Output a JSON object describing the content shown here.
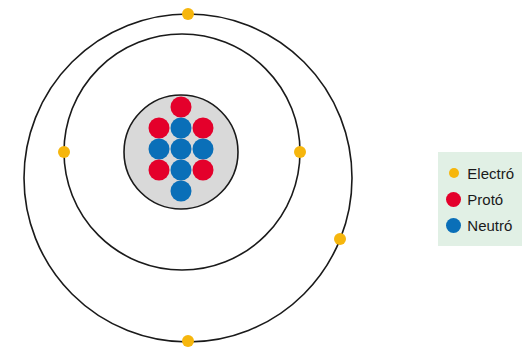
{
  "diagram": {
    "legend": [
      {
        "text": "Electró",
        "color": "#f6b60d"
      },
      {
        "text": "Protó",
        "color": "#e4002b"
      },
      {
        "text": "Neutró",
        "color": "#0a6fb8"
      }
    ]
  }
}
